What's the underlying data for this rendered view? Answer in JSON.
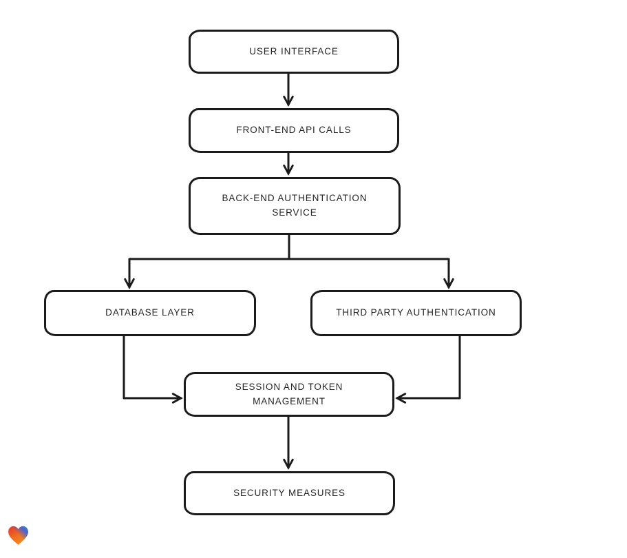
{
  "page": {
    "background": "#ffffff"
  },
  "diagram": {
    "type": "flowchart",
    "direction": "top-down",
    "nodes": [
      {
        "id": "user-interface",
        "label": "USER INTERFACE"
      },
      {
        "id": "front-end-api-calls",
        "label": "FRONT-END API CALLS"
      },
      {
        "id": "back-end-authentication-service",
        "label": "BACK-END AUTHENTICATION\nSERVICE"
      },
      {
        "id": "database-layer",
        "label": "DATABASE LAYER"
      },
      {
        "id": "third-party-authentication",
        "label": "THIRD PARTY AUTHENTICATION"
      },
      {
        "id": "session-and-token-management",
        "label": "SESSION AND TOKEN\nMANAGEMENT"
      },
      {
        "id": "security-measures",
        "label": "SECURITY MEASURES"
      }
    ],
    "edges": [
      {
        "from": "user-interface",
        "to": "front-end-api-calls"
      },
      {
        "from": "front-end-api-calls",
        "to": "back-end-authentication-service"
      },
      {
        "from": "back-end-authentication-service",
        "to": "database-layer"
      },
      {
        "from": "back-end-authentication-service",
        "to": "third-party-authentication"
      },
      {
        "from": "database-layer",
        "to": "session-and-token-management"
      },
      {
        "from": "third-party-authentication",
        "to": "session-and-token-management"
      },
      {
        "from": "session-and-token-management",
        "to": "security-measures"
      }
    ],
    "style": {
      "node_fill": "#ffffff",
      "node_stroke": "#1b1b1b",
      "edge_stroke": "#1a1a1a",
      "text_color": "#242424"
    }
  },
  "branding": {
    "logo": "heart-logo",
    "gradient_colors": [
      "#e02b2b",
      "#16b3a8",
      "#3e63e0",
      "#f6951f"
    ]
  }
}
